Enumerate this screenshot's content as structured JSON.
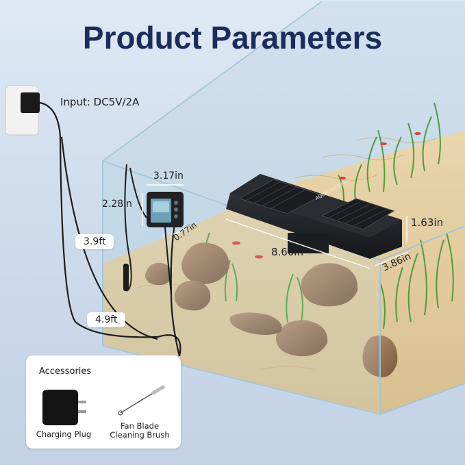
{
  "title": "Product Parameters",
  "input": "Input: DC5V/2A",
  "dimensions": {
    "controller_width": "3.17in",
    "controller_height": "2.28in",
    "controller_depth": "0.77in",
    "cable_short": "3.9ft",
    "cable_long": "4.9ft",
    "fan_length": "8.66in",
    "fan_width": "3.86in",
    "fan_height": "1.63in"
  },
  "fan_brand": "AQUAEANITYG",
  "accessories": {
    "title": "Accessories",
    "items": [
      {
        "label": "Charging Plug"
      },
      {
        "label_line1": "Fan Blade",
        "label_line2": "Cleaning Brush"
      }
    ]
  },
  "colors": {
    "title": "#1b2d5a",
    "background": "#cfdcec",
    "sand": "#e4cfa6",
    "device": "#1f2226"
  }
}
